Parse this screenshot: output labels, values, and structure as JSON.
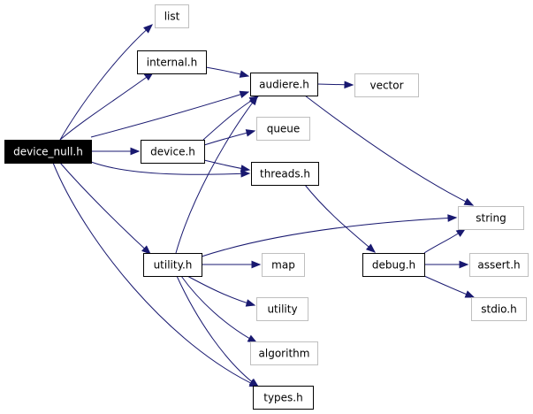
{
  "graph": {
    "title": "device_null.h",
    "colors": {
      "edge": "#191970",
      "root_fill": "#000000",
      "root_text": "#ffffff",
      "local_border": "#000000",
      "external_border": "#bfbfbf",
      "text": "#000000"
    },
    "nodes": [
      {
        "id": "device_null",
        "label": "device_null.h",
        "kind": "root"
      },
      {
        "id": "list",
        "label": "list",
        "kind": "external"
      },
      {
        "id": "internal",
        "label": "internal.h",
        "kind": "local"
      },
      {
        "id": "audiere",
        "label": "audiere.h",
        "kind": "local"
      },
      {
        "id": "vector",
        "label": "vector",
        "kind": "external"
      },
      {
        "id": "queue",
        "label": "queue",
        "kind": "external"
      },
      {
        "id": "device",
        "label": "device.h",
        "kind": "local"
      },
      {
        "id": "threads",
        "label": "threads.h",
        "kind": "local"
      },
      {
        "id": "string",
        "label": "string",
        "kind": "external"
      },
      {
        "id": "utility_h",
        "label": "utility.h",
        "kind": "local"
      },
      {
        "id": "map",
        "label": "map",
        "kind": "external"
      },
      {
        "id": "debug",
        "label": "debug.h",
        "kind": "local"
      },
      {
        "id": "assert",
        "label": "assert.h",
        "kind": "external"
      },
      {
        "id": "utility",
        "label": "utility",
        "kind": "external"
      },
      {
        "id": "stdio",
        "label": "stdio.h",
        "kind": "external"
      },
      {
        "id": "algorithm",
        "label": "algorithm",
        "kind": "external"
      },
      {
        "id": "types",
        "label": "types.h",
        "kind": "local"
      }
    ],
    "edges": [
      {
        "from": "device_null",
        "to": "list"
      },
      {
        "from": "device_null",
        "to": "internal"
      },
      {
        "from": "device_null",
        "to": "audiere"
      },
      {
        "from": "device_null",
        "to": "device"
      },
      {
        "from": "device_null",
        "to": "threads"
      },
      {
        "from": "device_null",
        "to": "utility_h"
      },
      {
        "from": "device_null",
        "to": "types"
      },
      {
        "from": "internal",
        "to": "audiere"
      },
      {
        "from": "audiere",
        "to": "vector"
      },
      {
        "from": "audiere",
        "to": "string"
      },
      {
        "from": "device",
        "to": "audiere"
      },
      {
        "from": "device",
        "to": "queue"
      },
      {
        "from": "device",
        "to": "threads"
      },
      {
        "from": "threads",
        "to": "debug"
      },
      {
        "from": "utility_h",
        "to": "audiere"
      },
      {
        "from": "utility_h",
        "to": "string"
      },
      {
        "from": "utility_h",
        "to": "map"
      },
      {
        "from": "utility_h",
        "to": "utility"
      },
      {
        "from": "utility_h",
        "to": "algorithm"
      },
      {
        "from": "utility_h",
        "to": "types"
      },
      {
        "from": "debug",
        "to": "string"
      },
      {
        "from": "debug",
        "to": "assert"
      },
      {
        "from": "debug",
        "to": "stdio"
      }
    ]
  }
}
